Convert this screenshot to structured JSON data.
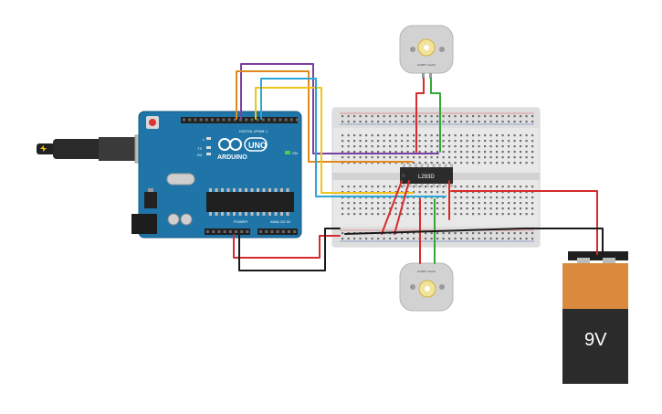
{
  "arduino": {
    "brand": "ARDUINO",
    "model": "UNO",
    "digital_label": "DIGITAL (PWM~)",
    "power_label": "POWER",
    "analog_label": "ANALOG IN",
    "tx_label": "TX",
    "rx_label": "RX",
    "l_label": "L",
    "on_label": "ON"
  },
  "driver": {
    "label": "L293D"
  },
  "battery": {
    "label": "9V"
  },
  "motors": [
    {
      "label": "HOBBY GEAR"
    },
    {
      "label": "HOBBY GEAR"
    }
  ],
  "colors": {
    "arduino_board": "#1f74a8",
    "breadboard": "#e6e6e6",
    "wire_purple": "#7b3fa1",
    "wire_orange": "#e08a1e",
    "wire_yellow": "#f0c419",
    "wire_blue": "#2aa6d8",
    "wire_red": "#d62b2b",
    "wire_green": "#37a63a",
    "wire_black": "#1a1a1a",
    "battery_top": "#d98a3d",
    "battery_bottom": "#2b2b2b"
  }
}
